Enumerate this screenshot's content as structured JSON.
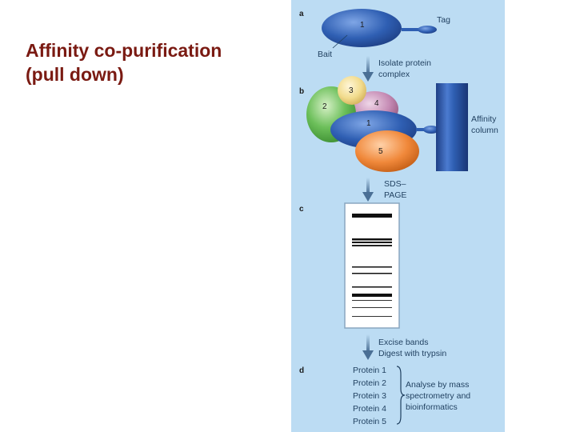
{
  "slide": {
    "title_line1": "Affinity co-purification",
    "title_line2": "(pull down)"
  },
  "figure": {
    "step_a": "a",
    "step_b": "b",
    "step_c": "c",
    "step_d": "d",
    "tag_label": "Tag",
    "bait_label": "Bait",
    "isolate_line1": "Isolate protein",
    "isolate_line2": "complex",
    "affinity_line1": "Affinity",
    "affinity_line2": "column",
    "sds_line1": "SDS–",
    "sds_line2": "PAGE",
    "excise_line1": "Excise bands",
    "excise_line2": "Digest with trypsin",
    "proteins": [
      "Protein 1",
      "Protein 2",
      "Protein 3",
      "Protein 4",
      "Protein 5"
    ],
    "analyse_line1": "Analyse by mass",
    "analyse_line2": "spectrometry and",
    "analyse_line3": "bioinformatics",
    "bubble_numbers": [
      "1",
      "2",
      "3",
      "4",
      "1",
      "5"
    ],
    "colors": {
      "panel_bg": "#bcdcf3",
      "bait_blue": "#2f5fb3",
      "protein_green": "#6cbf5a",
      "protein_yellow": "#f2dc8e",
      "protein_purple": "#c58bb4",
      "protein_orange": "#f0883a",
      "title_red": "#7a1a12"
    }
  }
}
